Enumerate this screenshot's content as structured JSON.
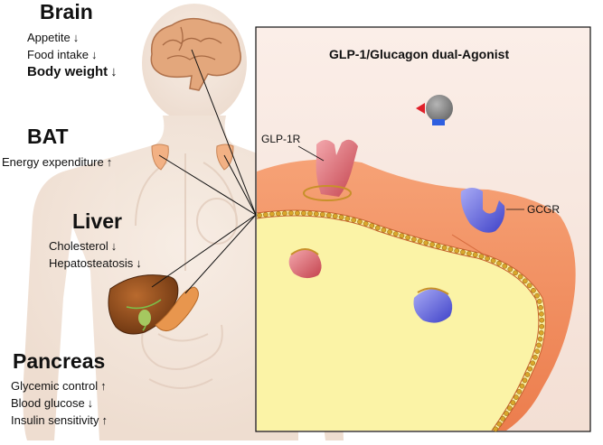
{
  "organs": {
    "brain": {
      "title": "Brain",
      "effects": [
        {
          "label": "Appetite",
          "arrow": "↓"
        },
        {
          "label": "Food intake",
          "arrow": "↓"
        },
        {
          "label": "Body weight",
          "arrow": "↓"
        }
      ]
    },
    "bat": {
      "title": "BAT",
      "effects": [
        {
          "label": "Energy expenditure",
          "arrow": "↑"
        }
      ]
    },
    "liver": {
      "title": "Liver",
      "effects": [
        {
          "label": "Cholesterol",
          "arrow": "↓"
        },
        {
          "label": "Hepatosteatosis",
          "arrow": "↓"
        }
      ]
    },
    "pancreas": {
      "title": "Pancreas",
      "effects": [
        {
          "label": "Glycemic control",
          "arrow": "↑"
        },
        {
          "label": "Blood glucose",
          "arrow": "↓"
        },
        {
          "label": "Insulin sensitivity",
          "arrow": "↑"
        }
      ]
    }
  },
  "inset": {
    "title": "GLP-1/Glucagon  dual-Agonist",
    "receptor_glp1": "GLP-1R",
    "receptor_gcgr": "GCGR"
  },
  "colors": {
    "body_silhouette": "#f3e6dc",
    "membrane_outer": "#f08a5d",
    "cytoplasm": "#fbf3a6",
    "glp1r": "#d9646e",
    "gcgr": "#5b5fe0",
    "agonist_gray": "#8a8a8a",
    "agonist_red": "#e0202a",
    "agonist_blue": "#2f5fe0",
    "liver": "#8a4a1c",
    "pancreas": "#e39048",
    "brain": "#e0a47a"
  }
}
